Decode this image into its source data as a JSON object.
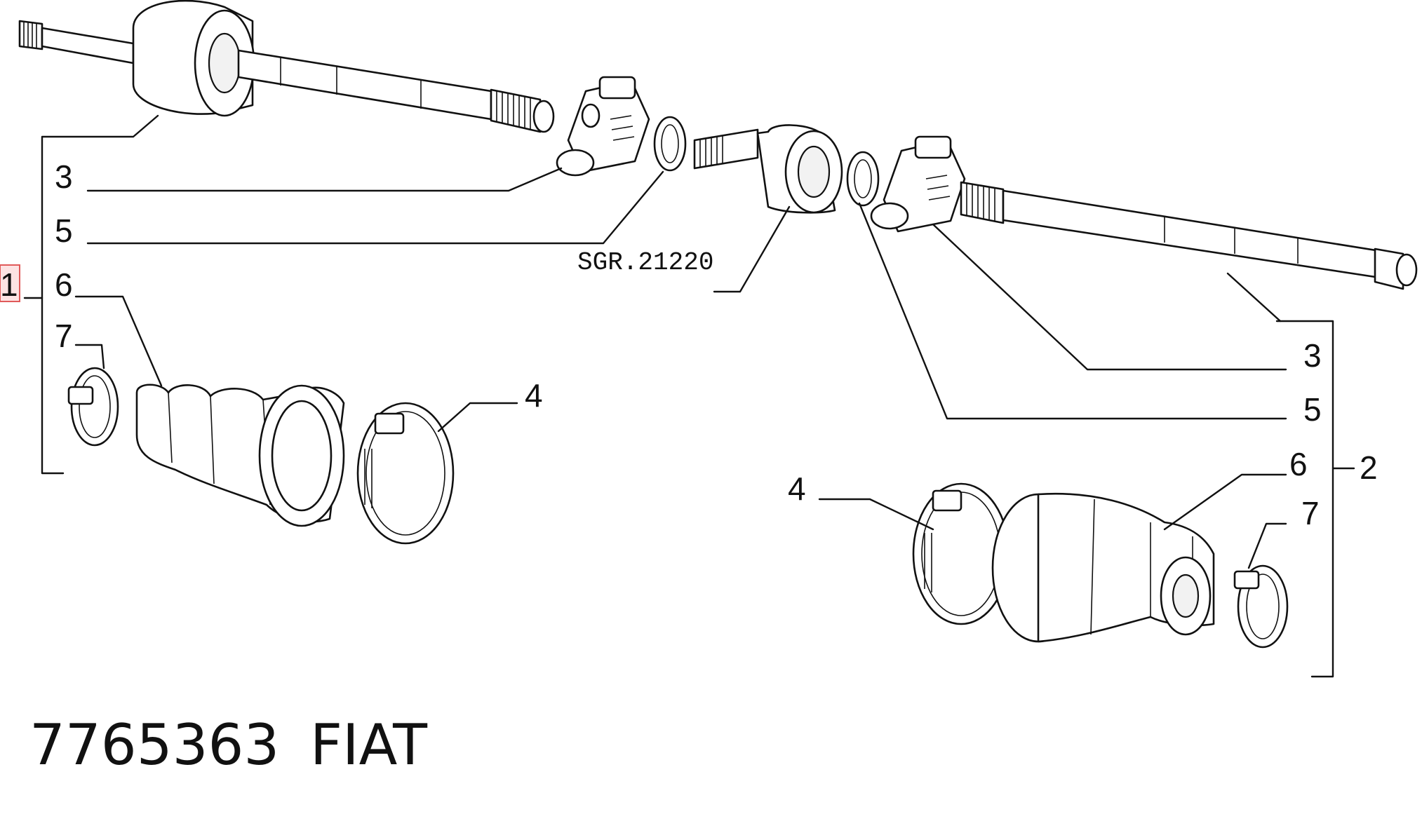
{
  "diagram": {
    "callouts": {
      "left_group": "1",
      "right_group": "2",
      "left_3": "3",
      "left_5": "5",
      "left_6": "6",
      "left_7": "7",
      "left_4": "4",
      "center_ref": "SGR.21220",
      "right_3": "3",
      "right_5": "5",
      "right_6": "6",
      "right_7": "7",
      "right_4": "4"
    },
    "caption": {
      "part_number": "7765363",
      "brand": "FIAT"
    },
    "colors": {
      "ink": "#111111",
      "background": "#ffffff",
      "highlight_fill": "#fde3e3",
      "highlight_stroke": "#e05a5a"
    }
  }
}
